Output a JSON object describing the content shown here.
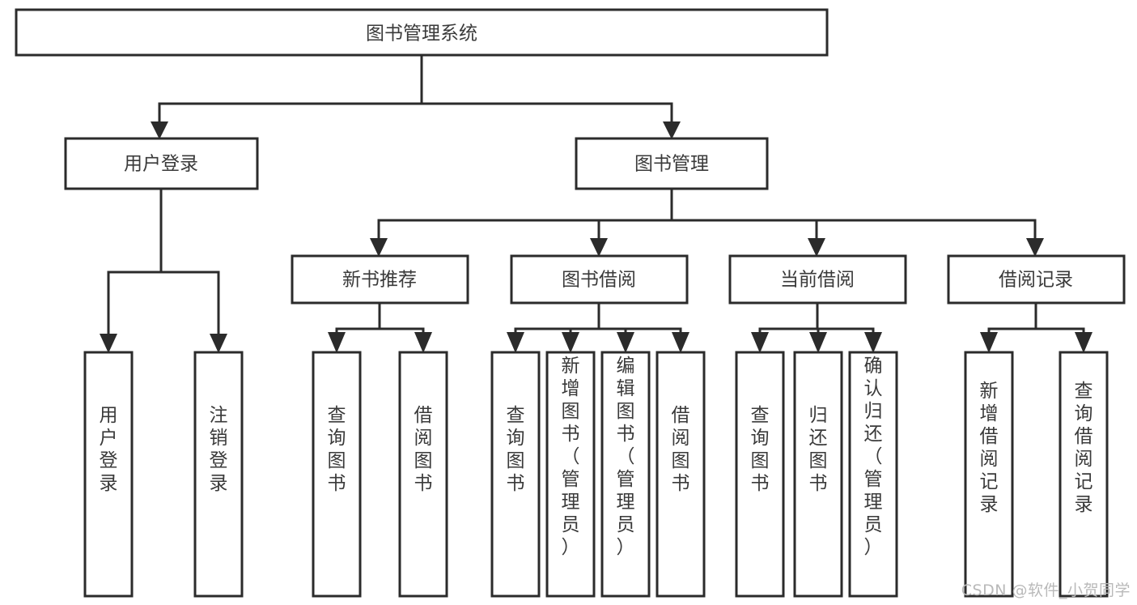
{
  "diagram": {
    "type": "tree",
    "title": "图书管理系统",
    "orientation": "top-down",
    "colors": {
      "box_fill": "#ffffff",
      "box_stroke": "#2b2b2b",
      "text": "#3a3a3a",
      "background": "#ffffff",
      "watermark": "#b9b9b9"
    },
    "root": {
      "id": "root",
      "label": "图书管理系统",
      "level": 0,
      "orientation": "horizontal"
    },
    "level1": [
      {
        "id": "user-login",
        "label": "用户登录",
        "level": 1,
        "orientation": "horizontal"
      },
      {
        "id": "book-manage",
        "label": "图书管理",
        "level": 1,
        "orientation": "horizontal"
      }
    ],
    "level2": [
      {
        "id": "new-book-recommend",
        "label": "新书推荐",
        "level": 2,
        "parent": "book-manage",
        "orientation": "horizontal"
      },
      {
        "id": "book-borrow",
        "label": "图书借阅",
        "level": 2,
        "parent": "book-manage",
        "orientation": "horizontal"
      },
      {
        "id": "current-borrow",
        "label": "当前借阅",
        "level": 2,
        "parent": "book-manage",
        "orientation": "horizontal"
      },
      {
        "id": "borrow-record",
        "label": "借阅记录",
        "level": 2,
        "parent": "book-manage",
        "orientation": "horizontal"
      }
    ],
    "leaves": [
      {
        "id": "leaf-user-login",
        "label": "用户登录",
        "parent": "user-login",
        "orientation": "vertical"
      },
      {
        "id": "leaf-logout-login",
        "label": "注销登录",
        "parent": "user-login",
        "orientation": "vertical"
      },
      {
        "id": "leaf-query-book-1",
        "label": "查询图书",
        "parent": "new-book-recommend",
        "orientation": "vertical"
      },
      {
        "id": "leaf-borrow-book-1",
        "label": "借阅图书",
        "parent": "new-book-recommend",
        "orientation": "vertical"
      },
      {
        "id": "leaf-query-book-2",
        "label": "查询图书",
        "parent": "book-borrow",
        "orientation": "vertical"
      },
      {
        "id": "leaf-add-book",
        "label": "新增图书（管理员）",
        "parent": "book-borrow",
        "orientation": "vertical"
      },
      {
        "id": "leaf-edit-book",
        "label": "编辑图书（管理员）",
        "parent": "book-borrow",
        "orientation": "vertical"
      },
      {
        "id": "leaf-borrow-book-2",
        "label": "借阅图书",
        "parent": "book-borrow",
        "orientation": "vertical"
      },
      {
        "id": "leaf-query-book-3",
        "label": "查询图书",
        "parent": "current-borrow",
        "orientation": "vertical"
      },
      {
        "id": "leaf-return-book",
        "label": "归还图书",
        "parent": "current-borrow",
        "orientation": "vertical"
      },
      {
        "id": "leaf-confirm-return",
        "label": "确认归还（管理员）",
        "parent": "current-borrow",
        "orientation": "vertical"
      },
      {
        "id": "leaf-add-record",
        "label": "新增借阅记录",
        "parent": "borrow-record",
        "orientation": "vertical"
      },
      {
        "id": "leaf-query-record",
        "label": "查询借阅记录",
        "parent": "borrow-record",
        "orientation": "vertical"
      }
    ]
  },
  "watermark": {
    "text": "CSDN @软件_小贺同学"
  }
}
